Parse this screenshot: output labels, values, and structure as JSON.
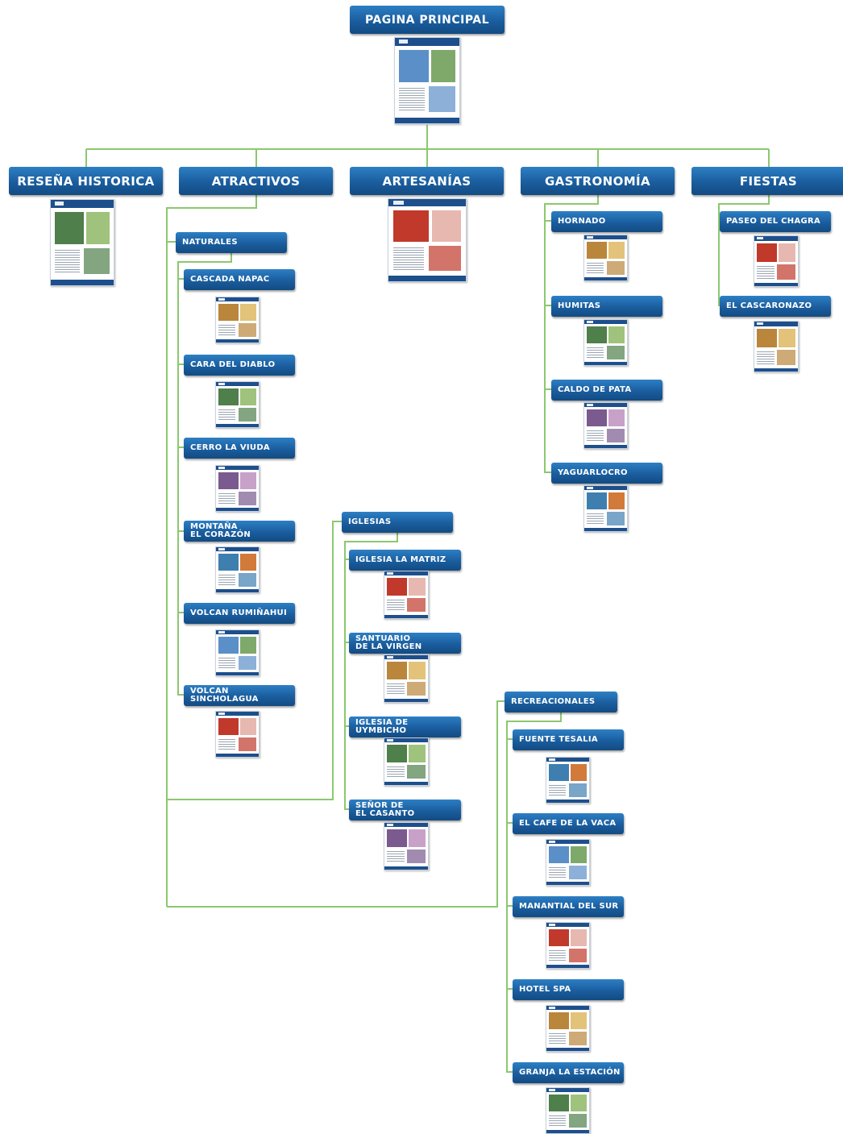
{
  "diagram": {
    "title": "PAGINA PRINCIPAL",
    "sections": {
      "resena": "RESEÑA HISTORICA",
      "atractivos": "ATRACTIVOS",
      "artesanias": "ARTESANÍAS",
      "gastronomia": "GASTRONOMÍA",
      "fiestas": "FIESTAS"
    },
    "atractivos": {
      "naturales": "NATURALES",
      "iglesias": "IGLESIAS",
      "recreacionales": "RECREACIONALES"
    },
    "naturales_items": [
      "CASCADA NAPAC",
      "CARA DEL DIABLO",
      "CERRO LA VIUDA",
      "MONTAÑA\nEL CORAZÓN",
      "VOLCAN RUMIÑAHUI",
      "VOLCAN\nSINCHOLAGUA"
    ],
    "iglesias_items": [
      "IGLESIA LA MATRIZ",
      "SANTUARIO\nDE LA VIRGEN",
      "IGLESIA DE\nUYMBICHO",
      "SEÑOR DE\nEL CASANTO"
    ],
    "recreacionales_items": [
      "FUENTE TESALIA",
      "EL CAFE DE LA VACA",
      "MANANTIAL DEL SUR",
      "HOTEL SPA",
      "GRANJA LA ESTACIÓN"
    ],
    "gastronomia_items": [
      "HORNADO",
      "HUMITAS",
      "CALDO DE PATA",
      "YAGUARLOCRO"
    ],
    "fiestas_items": [
      "PASEO DEL CHAGRA",
      "EL CASCARONAZO"
    ],
    "connector_color": "#8cc86e",
    "label_color": "#1a5d9e"
  }
}
